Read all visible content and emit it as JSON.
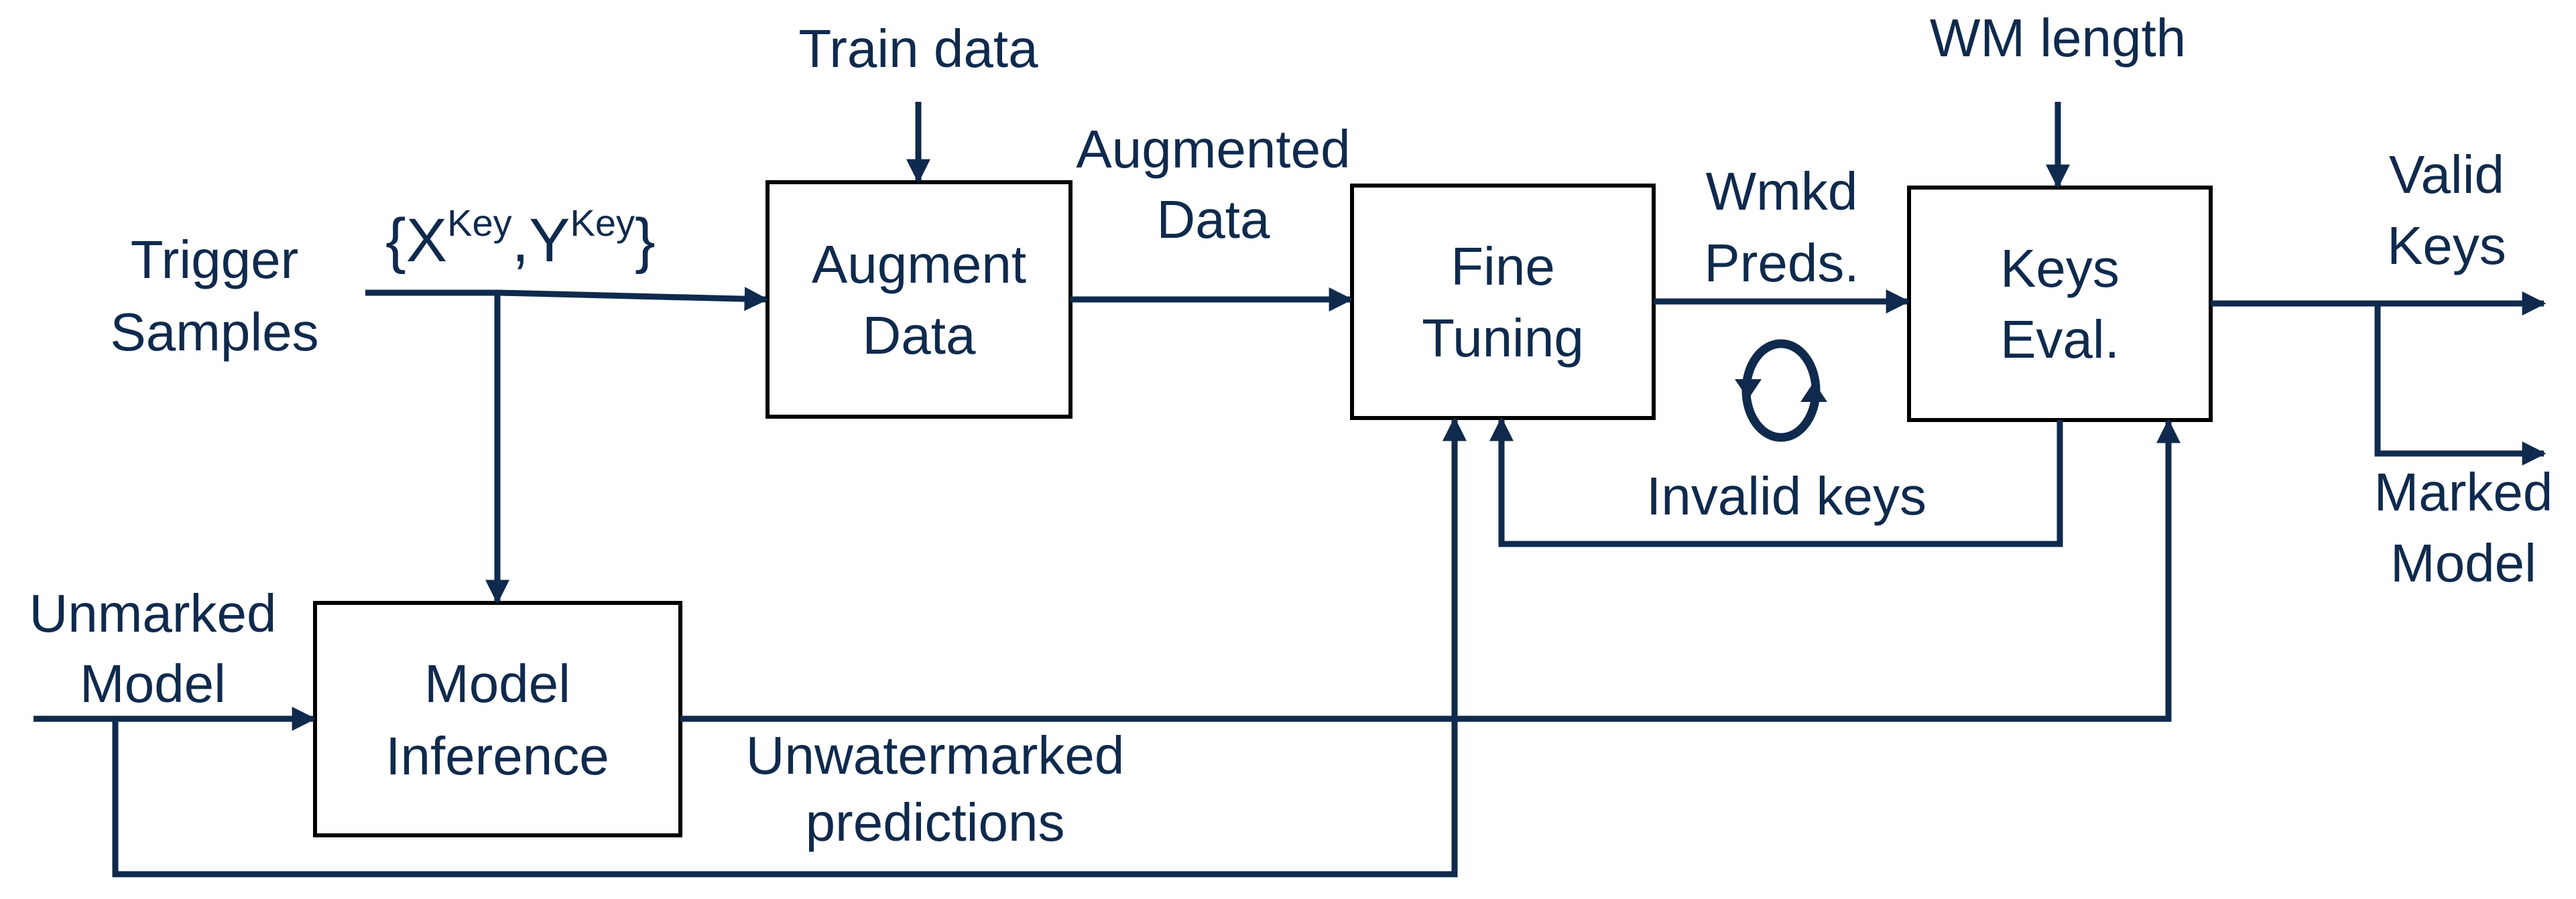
{
  "boxes": {
    "augment": [
      "Augment",
      "Data"
    ],
    "fine_tuning": [
      "Fine",
      "Tuning"
    ],
    "keys_eval": [
      "Keys",
      "Eval."
    ],
    "model_inference": [
      "Model",
      "Inference"
    ]
  },
  "inputs": {
    "train_data": "Train data",
    "wm_length": "WM length",
    "trigger_samples": [
      "Trigger",
      "Samples"
    ],
    "unmarked_model": [
      "Unmarked",
      "Model"
    ]
  },
  "key_set": {
    "open": "{X",
    "sup1": "Key",
    "comma": ",Y",
    "sup2": "Key",
    "close": "}"
  },
  "edges": {
    "augmented_data": [
      "Augmented",
      "Data"
    ],
    "wmkd_preds": [
      "Wmkd",
      "Preds."
    ],
    "invalid_keys": "Invalid keys",
    "unwatermarked_predictions": [
      "Unwatermarked",
      "predictions"
    ]
  },
  "outputs": {
    "valid_keys": [
      "Valid",
      "Keys"
    ],
    "marked_model": [
      "Marked",
      "Model"
    ]
  },
  "colors": {
    "line": "#0f2a4d",
    "box_border": "#000000",
    "text": "#0f2a4d"
  },
  "icons": {
    "loop": "circular-refresh-arrows-icon"
  }
}
